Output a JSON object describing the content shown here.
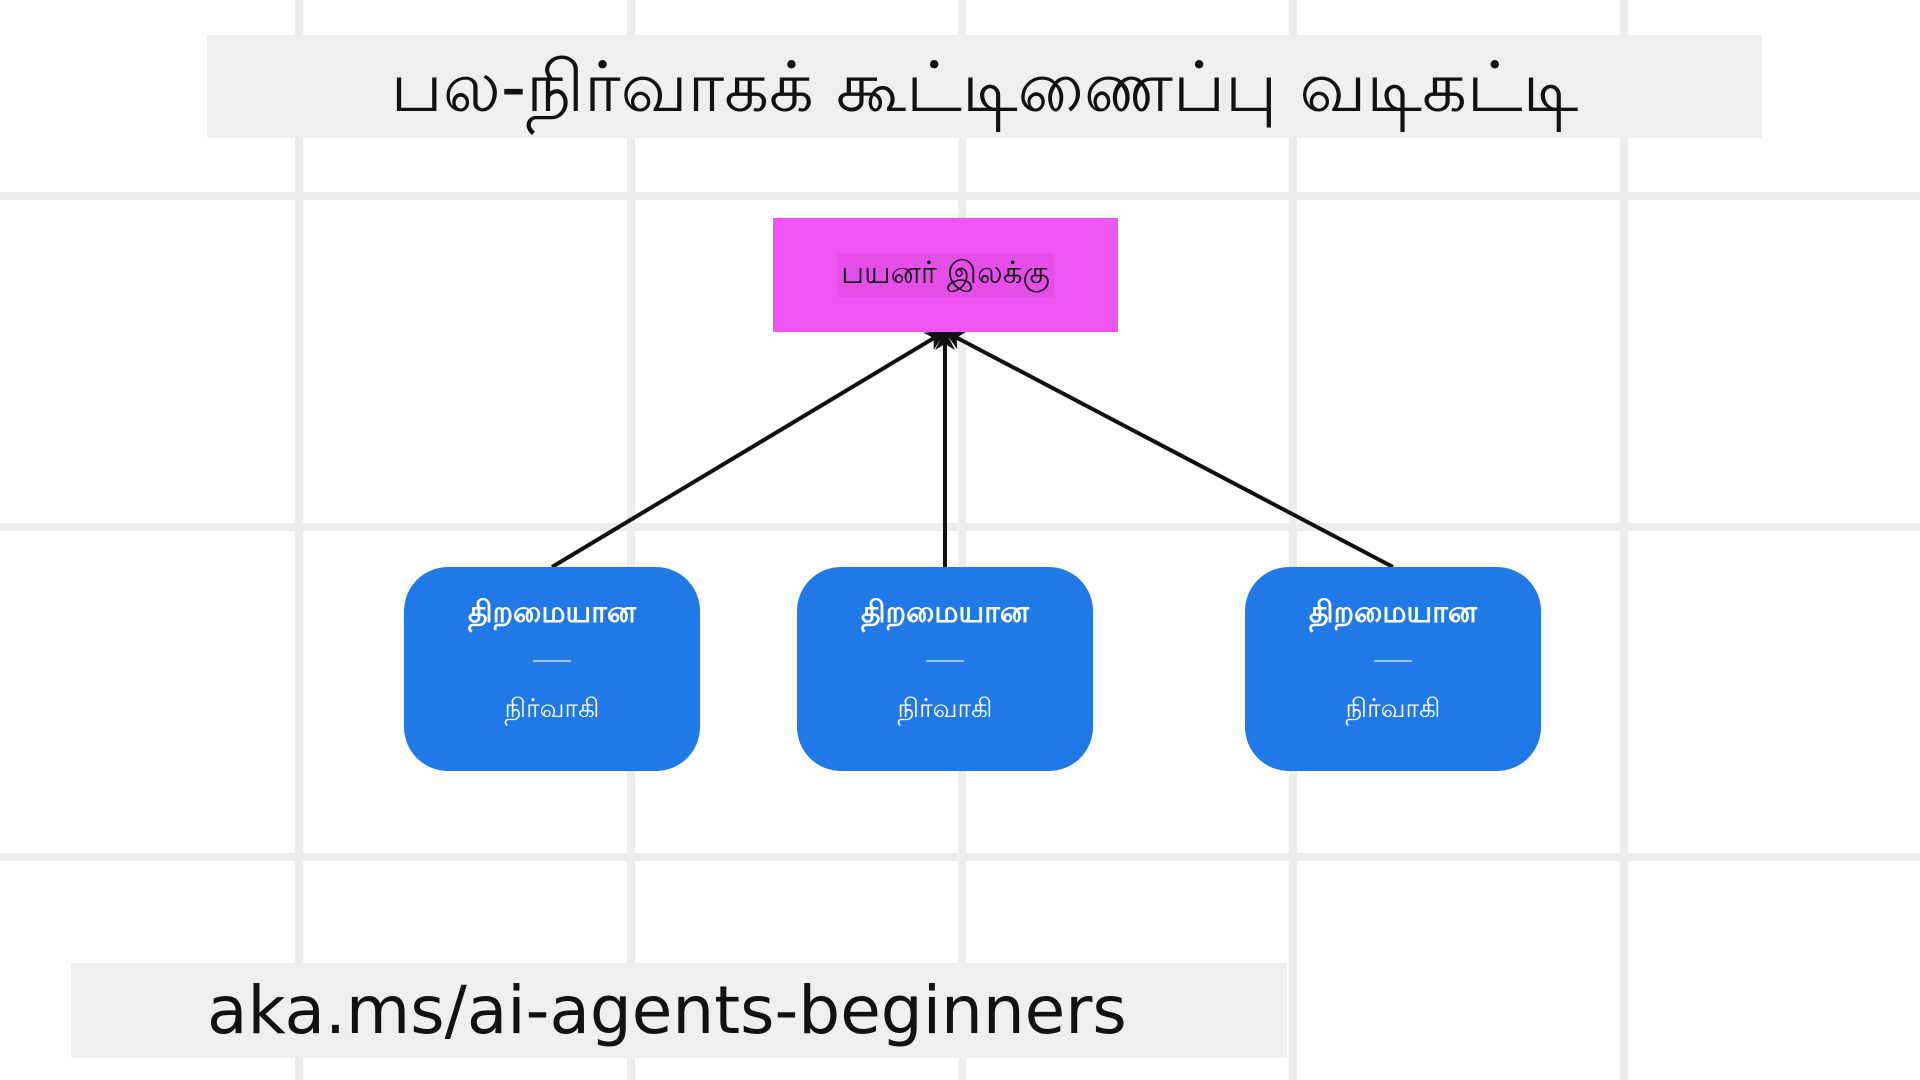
{
  "diagram": {
    "title": "பல-நிர்வாகக் கூட்டிணைப்பு வடிகட்டி",
    "goal": {
      "label": "பயனர் இலக்கு",
      "color": "#ef55f4"
    },
    "agents": [
      {
        "line1": "திறமையான",
        "line2": "நிர்வாகி"
      },
      {
        "line1": "திறமையான",
        "line2": "நிர்வாகி"
      },
      {
        "line1": "திறமையான",
        "line2": "நிர்வாகி"
      }
    ],
    "agent_color": "#2079e7",
    "edges": [
      {
        "from": "agent-1",
        "to": "goal"
      },
      {
        "from": "agent-2",
        "to": "goal"
      },
      {
        "from": "agent-3",
        "to": "goal"
      }
    ],
    "footer_url": "aka.ms/ai-agents-beginners"
  }
}
